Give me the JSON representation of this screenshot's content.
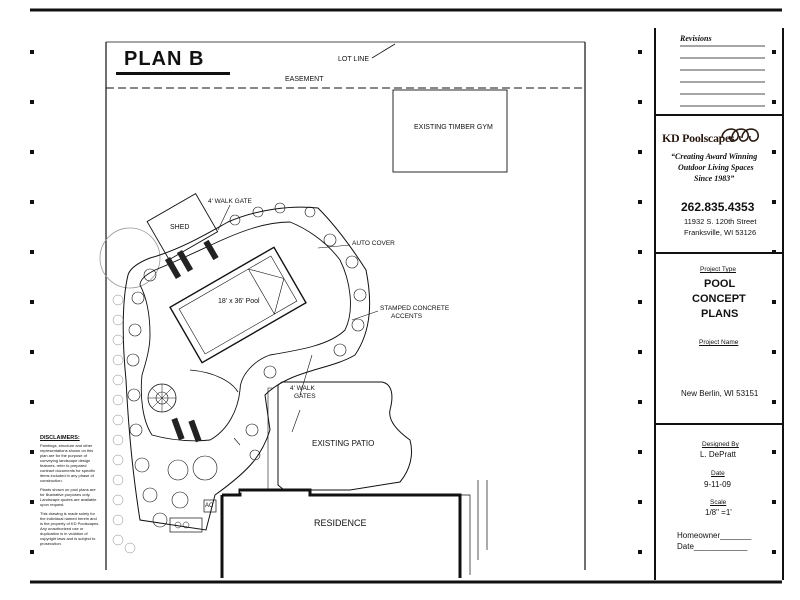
{
  "plan": {
    "title": "PLAN B",
    "labels": {
      "lot_line": "LOT LINE",
      "easement": "EASEMENT",
      "timber_gym": "EXISTING TIMBER GYM",
      "walk_gate": "4' WALK GATE",
      "shed": "SHED",
      "auto_cover": "AUTO COVER",
      "pool": "18' x 36' Pool",
      "stamped_concrete_1": "STAMPED CONCRETE",
      "stamped_concrete_2": "ACCENTS",
      "walk_gates_1": "4' WALK",
      "walk_gates_2": "GATES",
      "existing_patio": "EXISTING PATIO",
      "residence": "RESIDENCE",
      "ac": "AC"
    }
  },
  "disclaimers": {
    "heading": "DISCLAIMERS:",
    "p1": "Paintings, structure and other representations shown on this plan are for the purpose of conveying landscape design features, refer to prepared contract documents for specific items included in any phase of construction.",
    "p2": "Plants shown on pool plans are for illustrative purposes only. Landscape quotes are available upon request.",
    "p3": "This drawing is made solely for the individual named herein and is the property of KD Poolscapes. Any unauthorized use or duplication is in violation of copyright laws and is subject to prosecution."
  },
  "title_block": {
    "revisions": "Revisions",
    "company": "KD Poolscapes",
    "slogan_1": "“Creating Award Winning",
    "slogan_2": "Outdoor Living Spaces",
    "slogan_3": "Since 1983”",
    "phone": "262.835.4353",
    "address_1": "11932 S. 120th Street",
    "address_2": "Franksville, WI 53126",
    "project_type_label": "Project Type",
    "project_type_1": "POOL",
    "project_type_2": "CONCEPT",
    "project_type_3": "PLANS",
    "project_name_label": "Project Name",
    "project_name": "New Berlin, WI 53151",
    "designed_by_label": "Designed By",
    "designed_by": "L. DePratt",
    "date_label": "Date",
    "date": "9-11-09",
    "scale_label": "Scale",
    "scale": "1/8\" =1'",
    "homeowner": "Homeowner_______",
    "date_sign": "Date____________"
  },
  "colors": {
    "ink": "#111111",
    "paper": "#ffffff",
    "brand": "#2a1a12"
  }
}
